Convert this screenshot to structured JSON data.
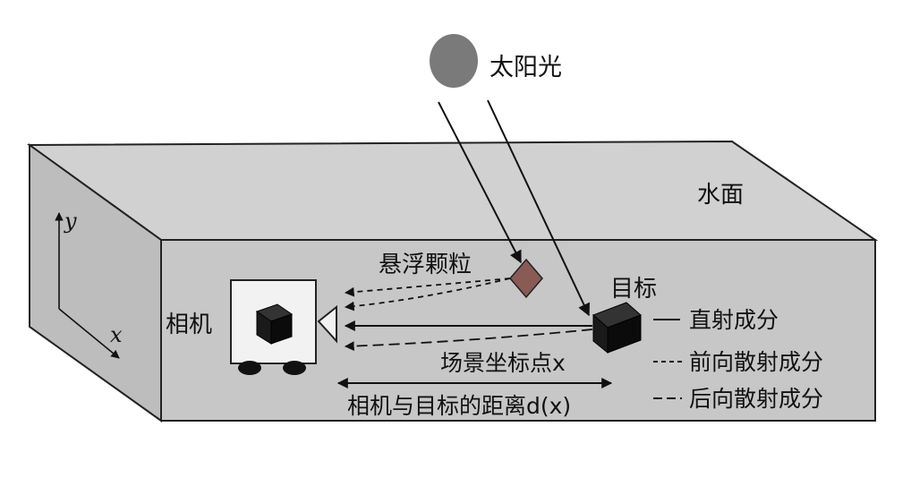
{
  "labels": {
    "sunlight": "太阳光",
    "water_surface": "水面",
    "suspended_particle": "悬浮颗粒",
    "target": "目标",
    "camera": "相机",
    "scene_point": "场景坐标点x",
    "distance": "相机与目标的距离d(x)",
    "axis_y": "y",
    "axis_x": "x"
  },
  "legend": [
    {
      "label": "直射成分",
      "style": "solid"
    },
    {
      "label": "前向散射成分",
      "style": "dashed"
    },
    {
      "label": "后向散射成分",
      "style": "long-dashed"
    }
  ],
  "colors": {
    "box_face": "#c7c7c7",
    "box_top": "#d1d1d1",
    "box_side": "#bdbdbd",
    "edge": "#222222",
    "sun": "#7a7a7a",
    "particle": "#8a5a55",
    "camera_face": "#f2f2f2",
    "cube": "#111111",
    "background": "#ffffff"
  }
}
